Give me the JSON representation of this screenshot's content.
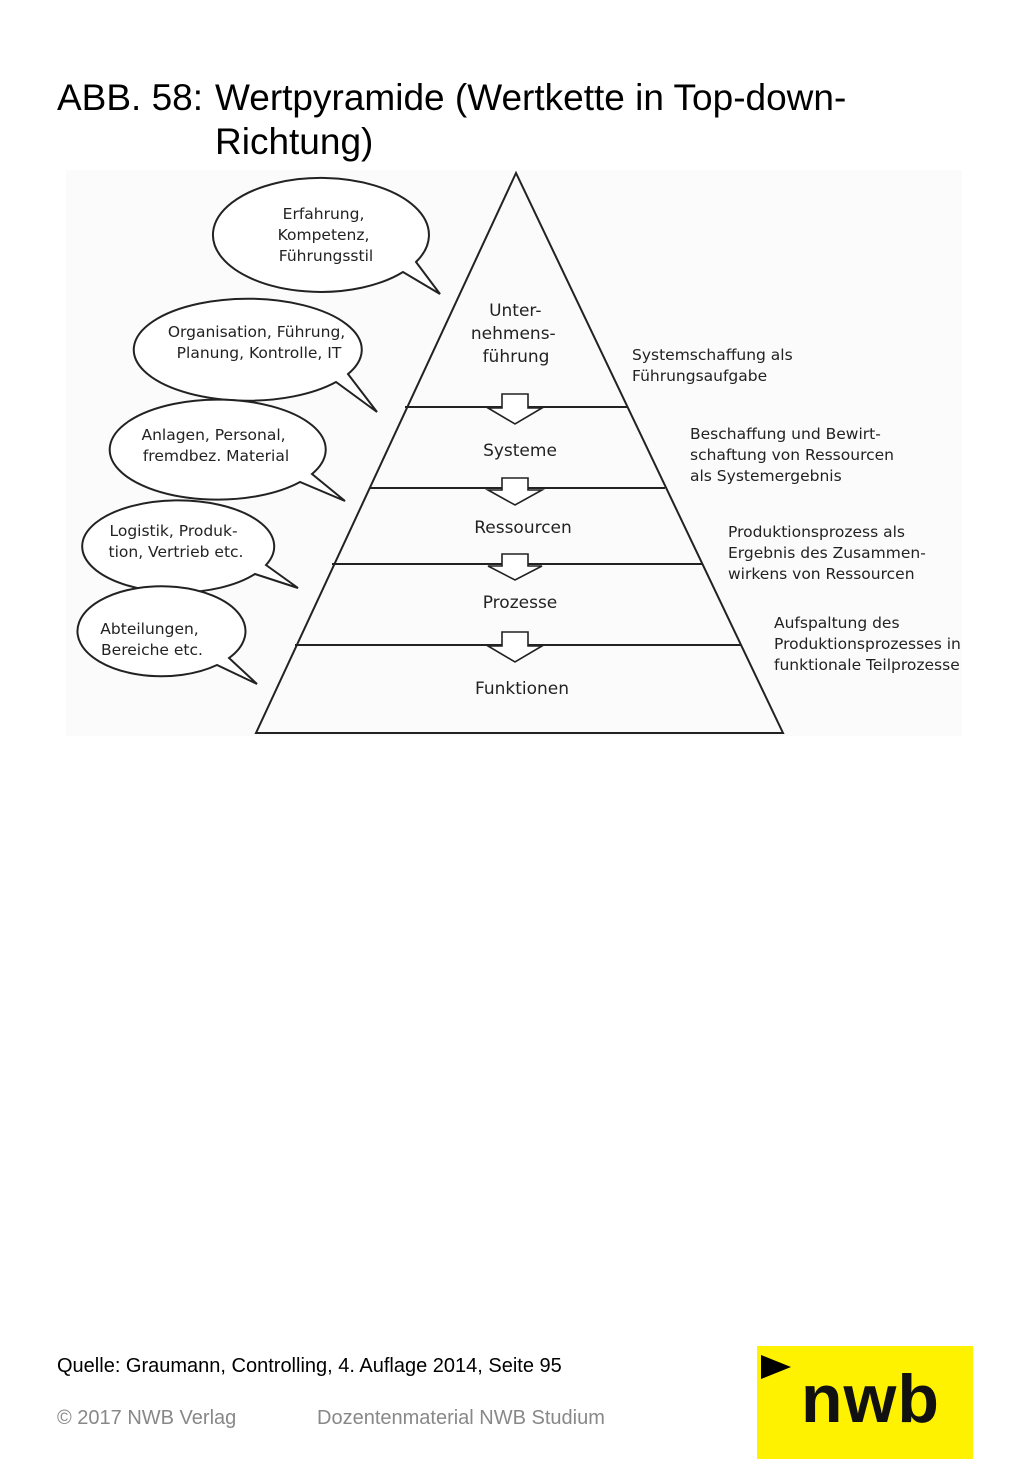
{
  "title": {
    "number": "ABB. 58:",
    "line1": "Wertpyramide (Wertkette in Top-down-",
    "line2": "Richtung)"
  },
  "pyramid": {
    "levels": [
      [
        "Unter-",
        "nehmens-",
        "führung"
      ],
      [
        "Systeme"
      ],
      [
        "Ressourcen"
      ],
      [
        "Prozesse"
      ],
      [
        "Funktionen"
      ]
    ],
    "right_notes": [
      [
        "Systemschaffung als",
        "Führungsaufgabe"
      ],
      [
        "Beschaffung und Bewirt-",
        "schaftung von Ressourcen",
        "als Systemergebnis"
      ],
      [
        "Produktionsprozess als",
        "Ergebnis des Zusammen-",
        "wirkens von Ressourcen"
      ],
      [
        "Aufspaltung des",
        "Produktionsprozesses in",
        "funktionale Teilprozesse"
      ]
    ],
    "bubbles": [
      [
        "Erfahrung,",
        "Kompetenz,",
        "Führungsstil"
      ],
      [
        "Organisation, Führung,",
        "Planung, Kontrolle, IT"
      ],
      [
        "Anlagen, Personal,",
        "fremdbez. Material"
      ],
      [
        "Logistik, Produk-",
        "tion, Vertrieb etc."
      ],
      [
        "Abteilungen,",
        "Bereiche etc."
      ]
    ]
  },
  "source": "Quelle: Graumann, Controlling, 4. Auflage 2014, Seite 95",
  "footer": {
    "copyright": "© 2017 NWB Verlag",
    "material": "Dozentenmaterial NWB Studium"
  },
  "logo": {
    "text": "nwb",
    "color": "#fff200"
  }
}
